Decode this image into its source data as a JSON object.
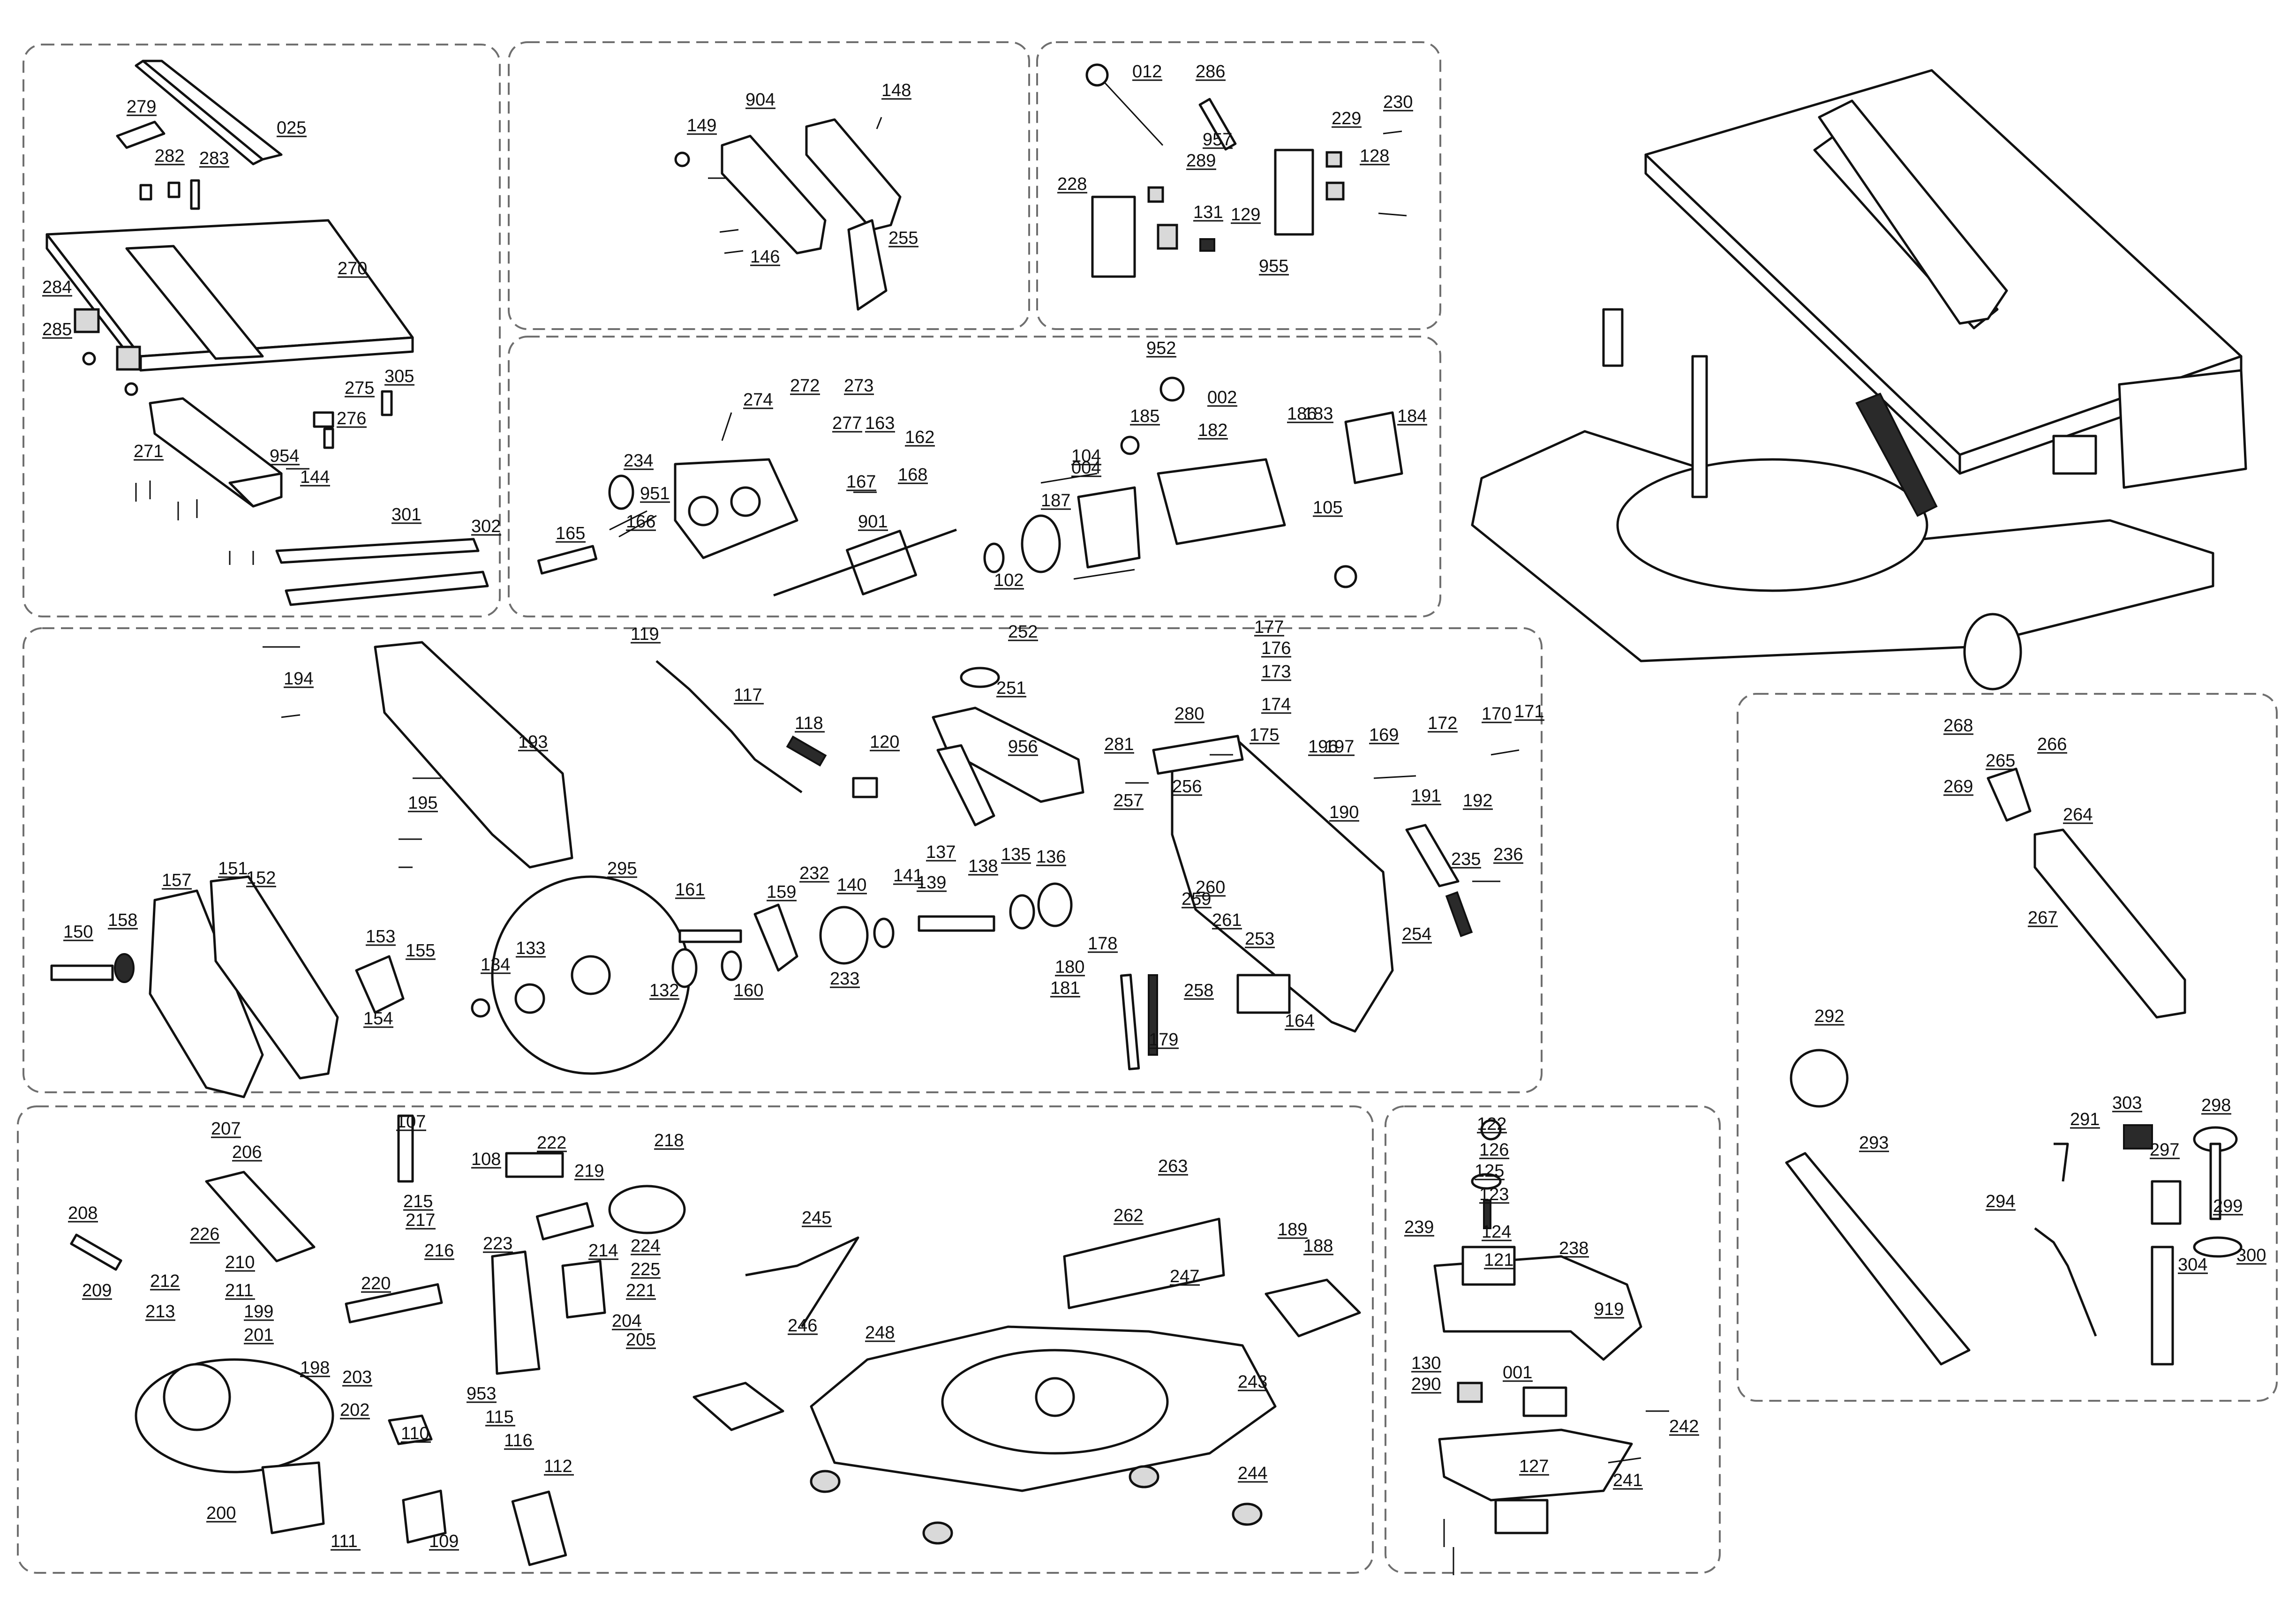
{
  "diagram": {
    "title": "Exploded parts diagram - combination table / mitre saw",
    "line_color": "#111111",
    "panel_color": "#6f6f6f",
    "part_labels": [
      "025",
      "279",
      "282",
      "283",
      "270",
      "284",
      "285",
      "275",
      "305",
      "276",
      "954",
      "271",
      "144",
      "301",
      "302",
      "904",
      "148",
      "149",
      "146",
      "255",
      "012",
      "286",
      "230",
      "229",
      "957",
      "289",
      "128",
      "228",
      "131",
      "129",
      "955",
      "952",
      "274",
      "272",
      "273",
      "277",
      "163",
      "162",
      "002",
      "185",
      "182",
      "186",
      "183",
      "184",
      "234",
      "951",
      "167",
      "168",
      "104",
      "004",
      "187",
      "105",
      "166",
      "165",
      "901",
      "102",
      "119",
      "117",
      "118",
      "252",
      "251",
      "956",
      "120",
      "177",
      "176",
      "173",
      "174",
      "280",
      "281",
      "175",
      "196",
      "197",
      "169",
      "172",
      "170",
      "171",
      "257",
      "256",
      "190",
      "191",
      "192",
      "235",
      "236",
      "194",
      "193",
      "195",
      "295",
      "161",
      "232",
      "140",
      "141",
      "137",
      "138",
      "135",
      "136",
      "139",
      "159",
      "233",
      "260",
      "259",
      "261",
      "253",
      "254",
      "258",
      "164",
      "150",
      "157",
      "151",
      "152",
      "158",
      "153",
      "155",
      "154",
      "134",
      "133",
      "132",
      "160",
      "178",
      "180",
      "181",
      "179",
      "268",
      "266",
      "269",
      "265",
      "264",
      "267",
      "292",
      "303",
      "298",
      "291",
      "297",
      "293",
      "294",
      "299",
      "300",
      "304",
      "207",
      "206",
      "208",
      "226",
      "210",
      "211",
      "212",
      "213",
      "209",
      "199",
      "201",
      "198",
      "203",
      "202",
      "200",
      "107",
      "108",
      "222",
      "219",
      "218",
      "215",
      "217",
      "216",
      "223",
      "214",
      "224",
      "225",
      "220",
      "221",
      "204",
      "205",
      "110",
      "953",
      "115",
      "116",
      "112",
      "111",
      "109",
      "245",
      "263",
      "262",
      "247",
      "246",
      "248",
      "189",
      "188",
      "243",
      "244",
      "122",
      "126",
      "125",
      "123",
      "239",
      "124",
      "121",
      "238",
      "919",
      "130",
      "290",
      "001",
      "127",
      "242",
      "241"
    ]
  }
}
